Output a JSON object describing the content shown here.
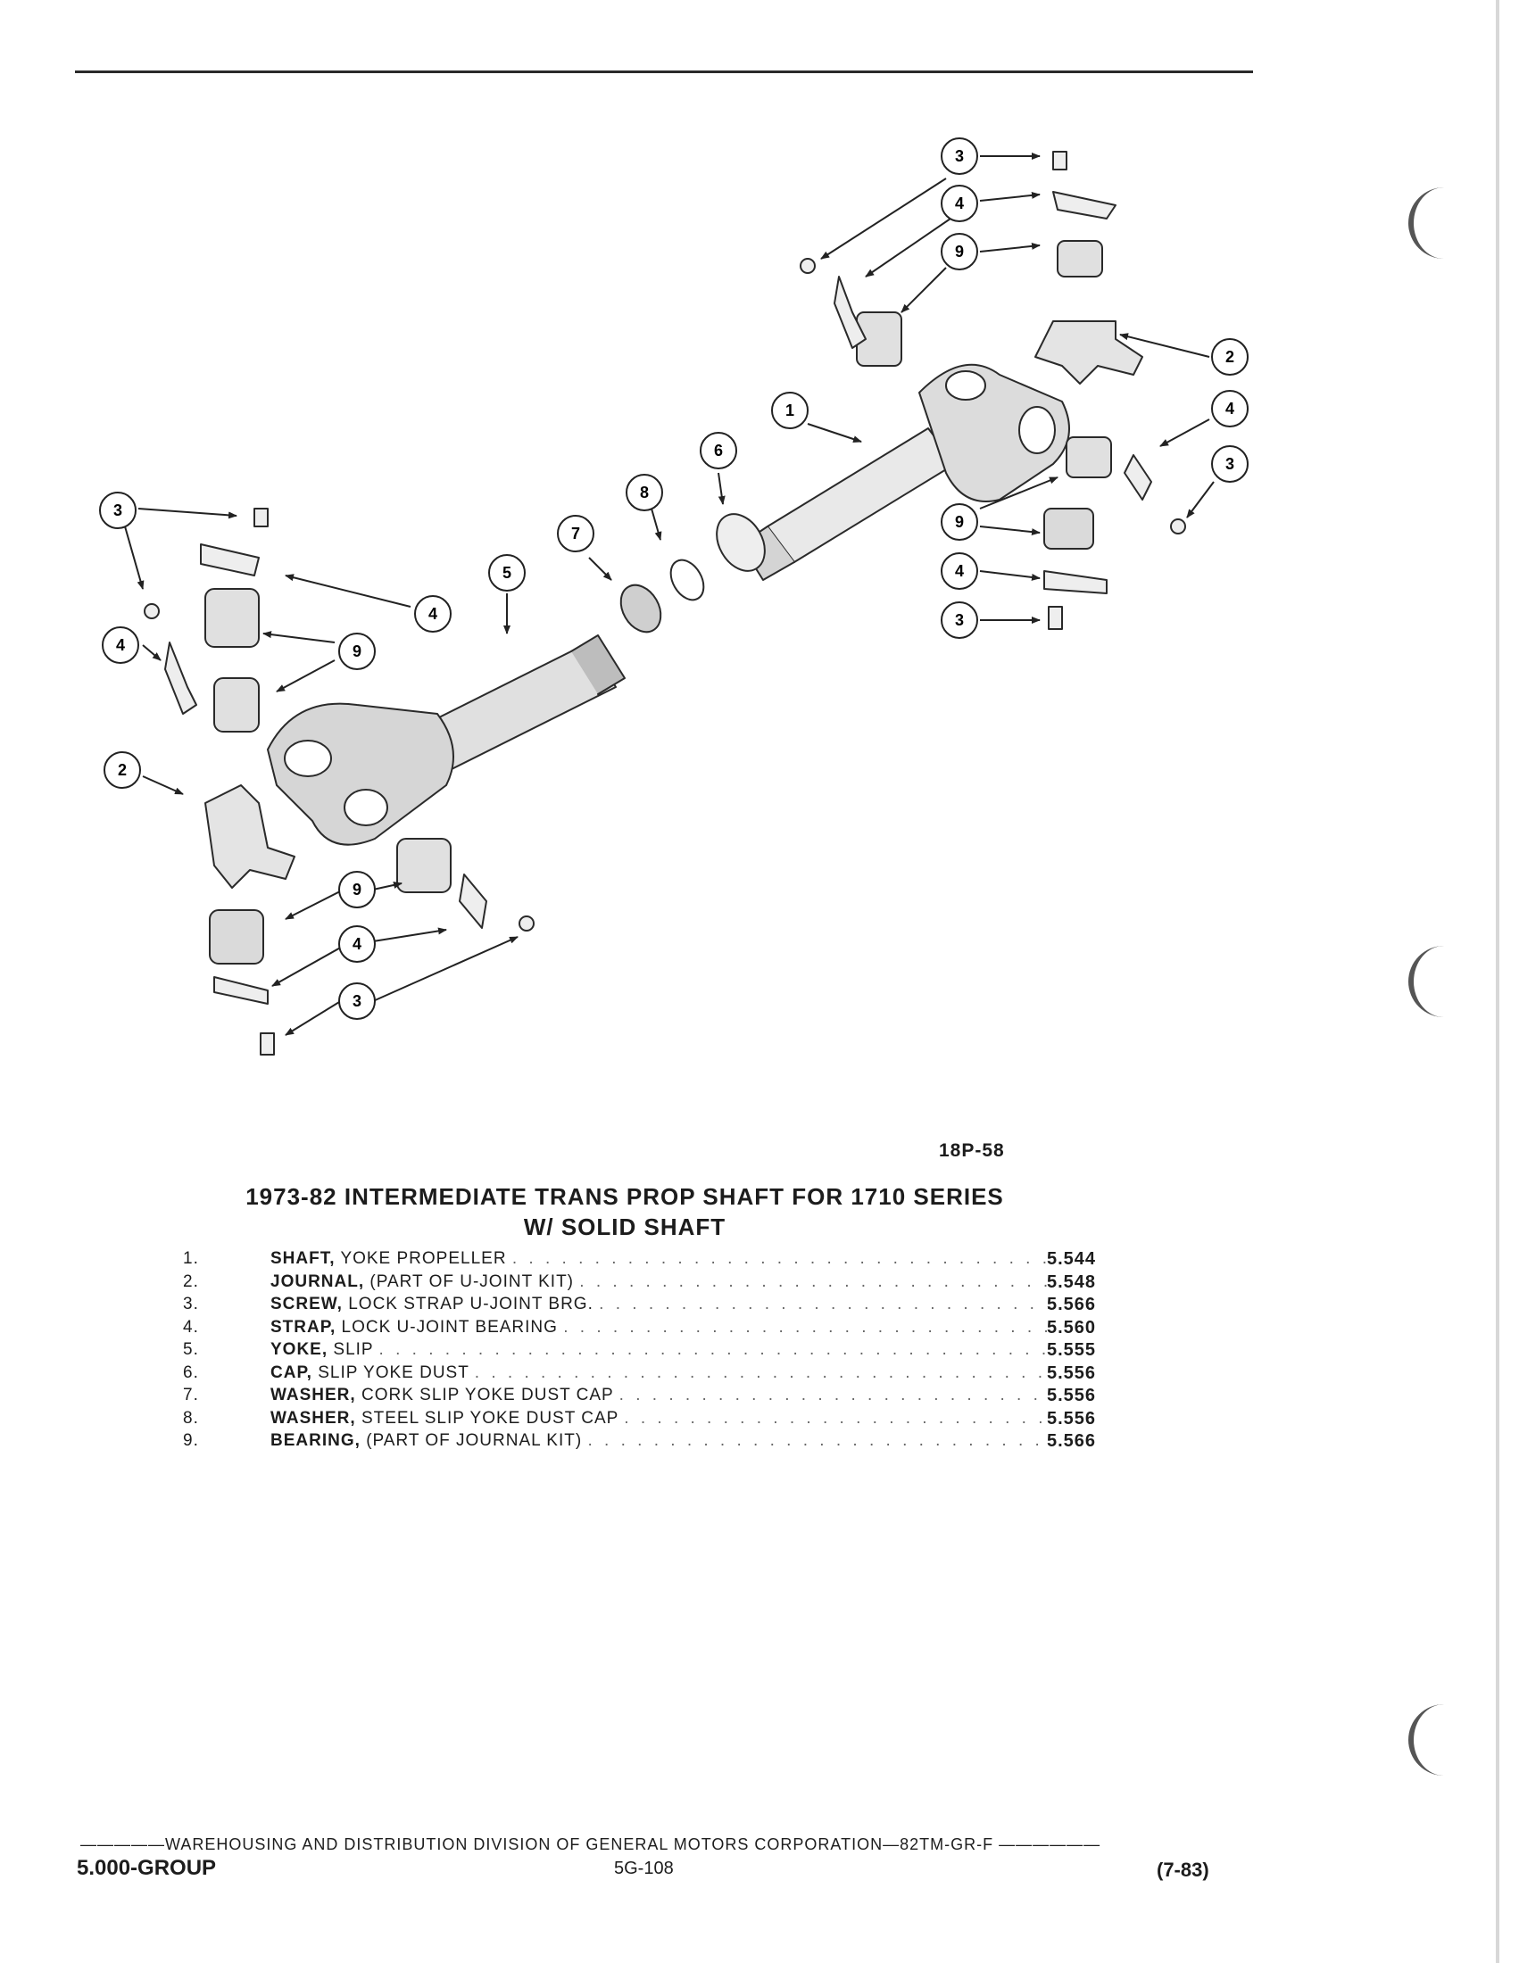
{
  "figure_id": "18P-58",
  "title_line1": "1973-82 INTERMEDIATE TRANS PROP SHAFT FOR 1710 SERIES",
  "title_line2": "W/ SOLID SHAFT",
  "parts": [
    {
      "num": "1.",
      "name": "SHAFT,",
      "desc": "YOKE PROPELLER",
      "page": "5.544"
    },
    {
      "num": "2.",
      "name": "JOURNAL,",
      "desc": "(PART OF U-JOINT KIT)",
      "page": "5.548"
    },
    {
      "num": "3.",
      "name": "SCREW,",
      "desc": "LOCK STRAP U-JOINT BRG.",
      "page": "5.566"
    },
    {
      "num": "4.",
      "name": "STRAP,",
      "desc": "LOCK U-JOINT BEARING",
      "page": "5.560"
    },
    {
      "num": "5.",
      "name": "YOKE,",
      "desc": "SLIP",
      "page": "5.555"
    },
    {
      "num": "6.",
      "name": "CAP,",
      "desc": "SLIP YOKE DUST",
      "page": "5.556"
    },
    {
      "num": "7.",
      "name": "WASHER,",
      "desc": "CORK SLIP YOKE DUST CAP",
      "page": "5.556"
    },
    {
      "num": "8.",
      "name": "WASHER,",
      "desc": "STEEL SLIP YOKE DUST CAP",
      "page": "5.556"
    },
    {
      "num": "9.",
      "name": "BEARING,",
      "desc": "(PART OF JOURNAL KIT)",
      "page": "5.566"
    }
  ],
  "callout_numbers": [
    "3",
    "4",
    "9",
    "2",
    "4",
    "3",
    "9",
    "4",
    "3",
    "1",
    "6",
    "8",
    "7",
    "5",
    "3",
    "4",
    "4",
    "9",
    "2",
    "9",
    "4",
    "3"
  ],
  "footer": {
    "line": "WAREHOUSING AND DISTRIBUTION  DIVISION OF GENERAL MOTORS CORPORATION—82TM-GR-F",
    "group": "5.000-GROUP",
    "page": "5G-108",
    "date": "(7-83)"
  }
}
